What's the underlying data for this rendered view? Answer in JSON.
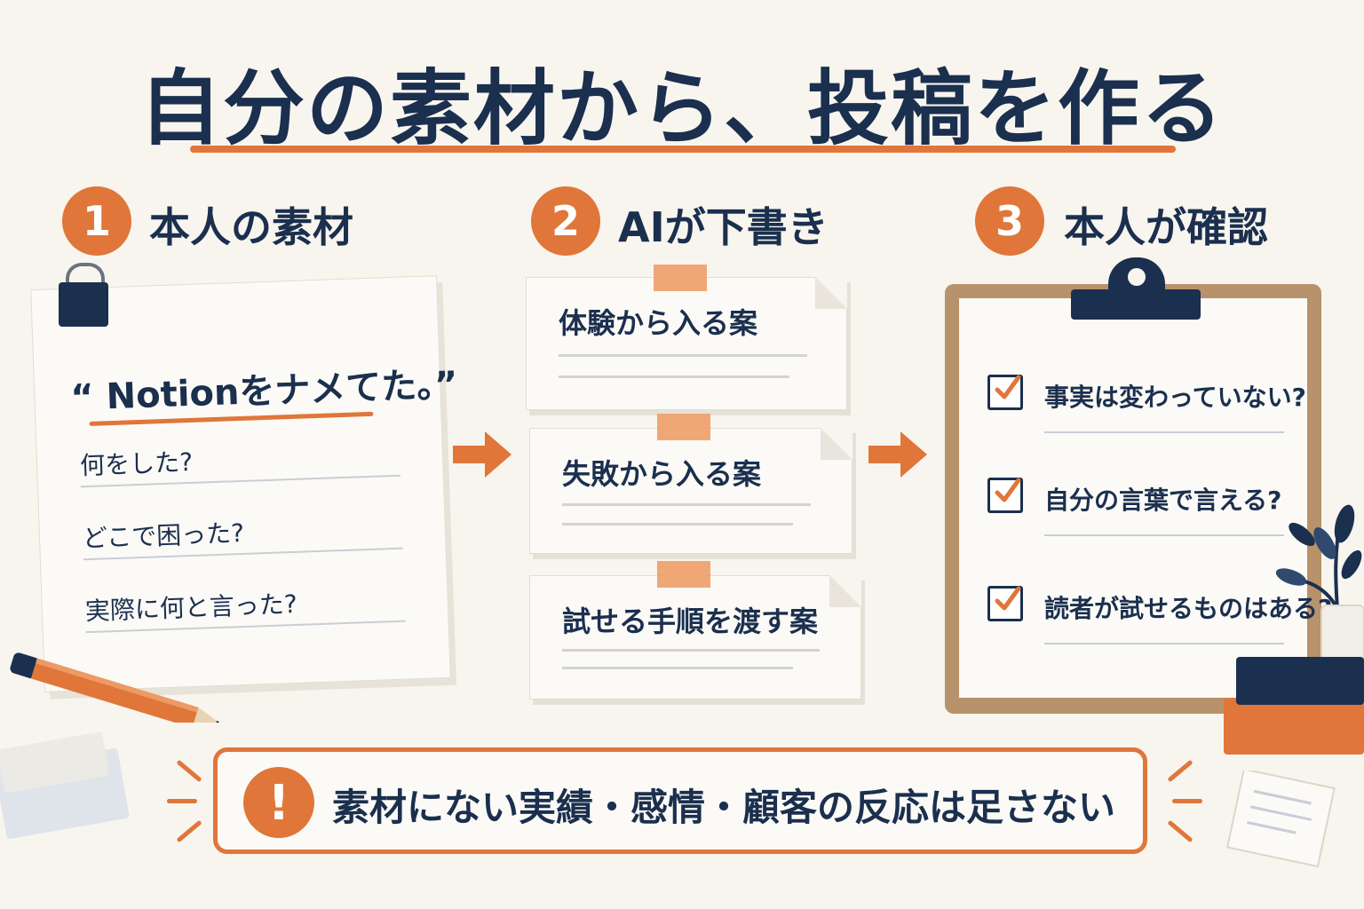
{
  "title": "自分の素材から、投稿を作る",
  "steps": [
    {
      "number": "1",
      "label": "本人の素材"
    },
    {
      "number": "2",
      "label": "AIが下書き"
    },
    {
      "number": "3",
      "label": "本人が確認"
    }
  ],
  "material": {
    "quote": "“ Notionをナメてた。”",
    "questions": [
      "何をした?",
      "どこで困った?",
      "実際に何と言った?"
    ]
  },
  "drafts": [
    "体験から入る案",
    "失敗から入る案",
    "試せる手順を渡す案"
  ],
  "checks": [
    "事実は変わっていない?",
    "自分の言葉で言える?",
    "読者が試せるものはある?"
  ],
  "warning": {
    "icon": "!",
    "text": "素材にない実績・感情・顧客の反応は足さない"
  },
  "colors": {
    "accent": "#e0763a",
    "navy": "#1b2f4e",
    "background": "#f8f5ef"
  },
  "icons": [
    "binder-clip-icon",
    "arrow-right-icon",
    "clipboard-icon",
    "checkbox-checked-icon",
    "exclamation-icon",
    "pencil-icon",
    "plant-icon",
    "books-icon"
  ]
}
